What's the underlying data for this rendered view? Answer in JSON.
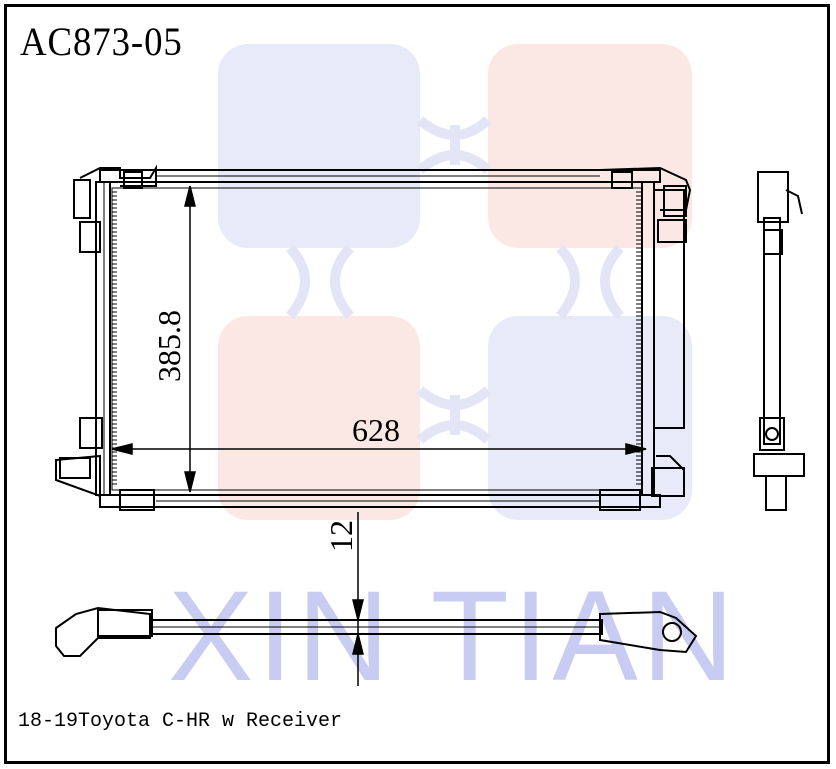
{
  "part_number": "AC873-05",
  "dimensions": {
    "height": "385.8",
    "width": "628",
    "thickness": "12"
  },
  "watermark": {
    "text": "XIN TIAN",
    "color": "#c8cbf2"
  },
  "caption": "18-19Toyota C-HR w Receiver",
  "colors": {
    "line": "#000000",
    "logo_blue": "#dcdff5",
    "logo_red": "#fbe3df"
  }
}
